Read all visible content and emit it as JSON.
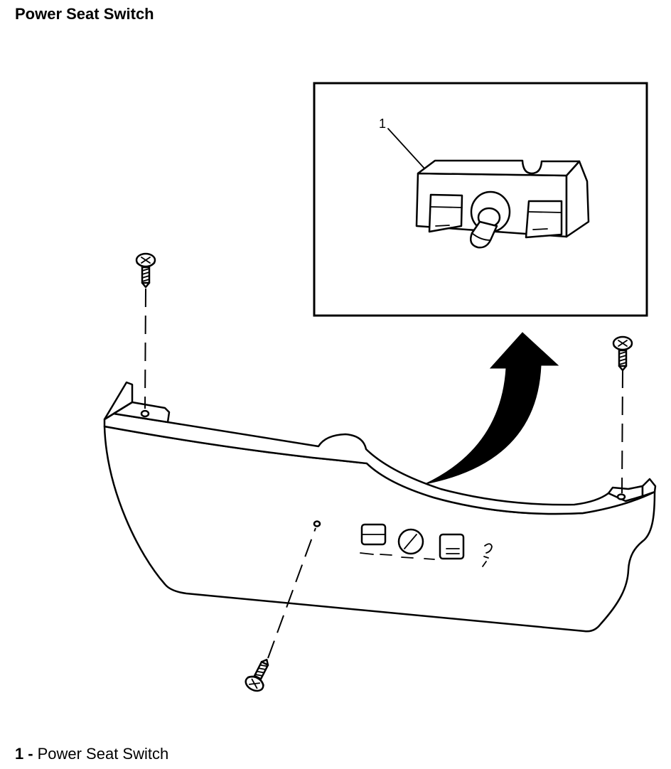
{
  "title": "Power Seat Switch",
  "callouts": [
    {
      "number": "1"
    }
  ],
  "legend": [
    {
      "number": "1",
      "separator": "-",
      "label": "Power Seat Switch"
    }
  ],
  "colors": {
    "ink": "#000000",
    "background": "#ffffff"
  }
}
